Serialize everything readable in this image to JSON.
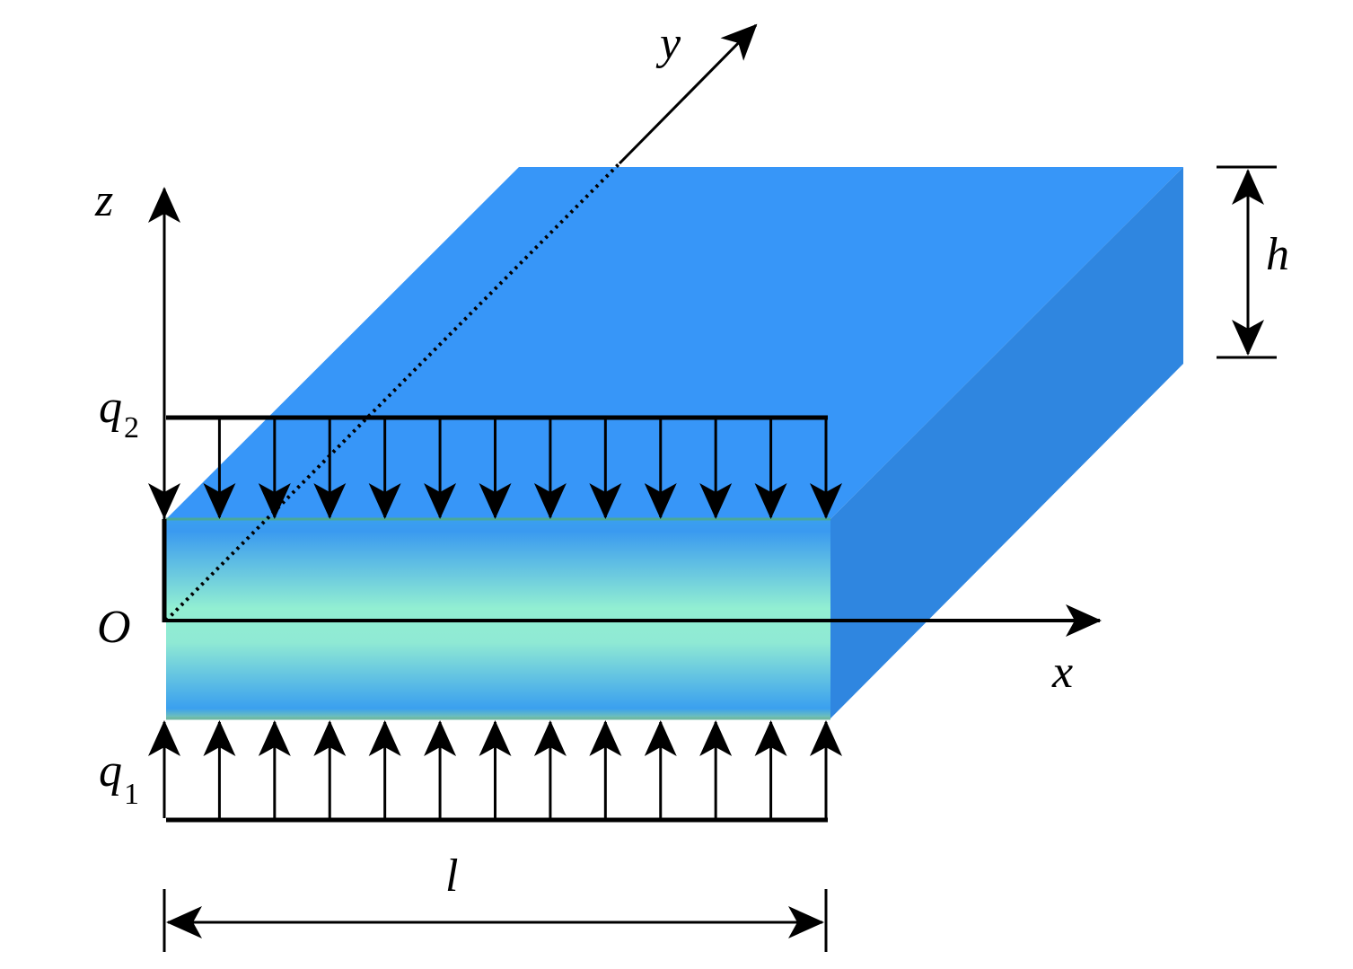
{
  "labels": {
    "z_axis": "z",
    "y_axis": "y",
    "x_axis": "x",
    "origin": "O",
    "thickness": "h",
    "length": "l",
    "q_top": "q",
    "q_top_sub": "2",
    "q_bottom": "q",
    "q_bottom_sub": "1"
  },
  "colors": {
    "top_face": "#3796f8",
    "side_face": "#2f86e0",
    "front_edge": "#3a9af0",
    "front_mid": "#92efd2",
    "arrow": "#000000"
  },
  "loads": {
    "top_arrow_count": 13,
    "bottom_arrow_count": 13
  }
}
